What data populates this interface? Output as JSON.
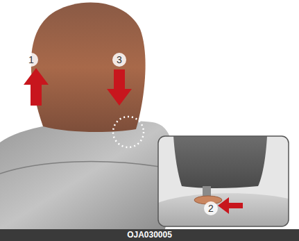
{
  "diagram": {
    "caption": "OJA030005",
    "labels": [
      "1",
      "3",
      "2"
    ]
  }
}
